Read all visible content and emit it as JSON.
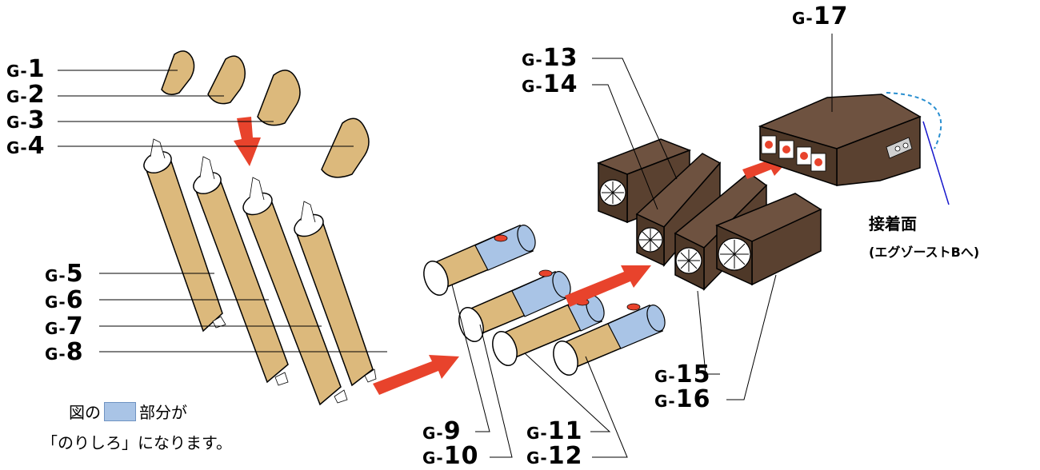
{
  "labels": {
    "g1": {
      "prefix": "G-",
      "num": "1"
    },
    "g2": {
      "prefix": "G-",
      "num": "2"
    },
    "g3": {
      "prefix": "G-",
      "num": "3"
    },
    "g4": {
      "prefix": "G-",
      "num": "4"
    },
    "g5": {
      "prefix": "G-",
      "num": "5"
    },
    "g6": {
      "prefix": "G-",
      "num": "6"
    },
    "g7": {
      "prefix": "G-",
      "num": "7"
    },
    "g8": {
      "prefix": "G-",
      "num": "8"
    },
    "g9": {
      "prefix": "G-",
      "num": "9"
    },
    "g10": {
      "prefix": "G-",
      "num": "10"
    },
    "g11": {
      "prefix": "G-",
      "num": "11"
    },
    "g12": {
      "prefix": "G-",
      "num": "12"
    },
    "g13": {
      "prefix": "G-",
      "num": "13"
    },
    "g14": {
      "prefix": "G-",
      "num": "14"
    },
    "g15": {
      "prefix": "G-",
      "num": "15"
    },
    "g16": {
      "prefix": "G-",
      "num": "16"
    },
    "g17": {
      "prefix": "G-",
      "num": "17"
    }
  },
  "note": {
    "line1_before": "図の",
    "line1_after": "部分が",
    "line2": "「のりしろ」になります。"
  },
  "glue_surface": {
    "title": "接着面",
    "sub": "(エグゾーストBへ)"
  },
  "colors": {
    "tan": "#dcb97c",
    "brown": "#5a4130",
    "glue_blue": "#a9c4e6",
    "arrow_red": "#e8432c"
  }
}
